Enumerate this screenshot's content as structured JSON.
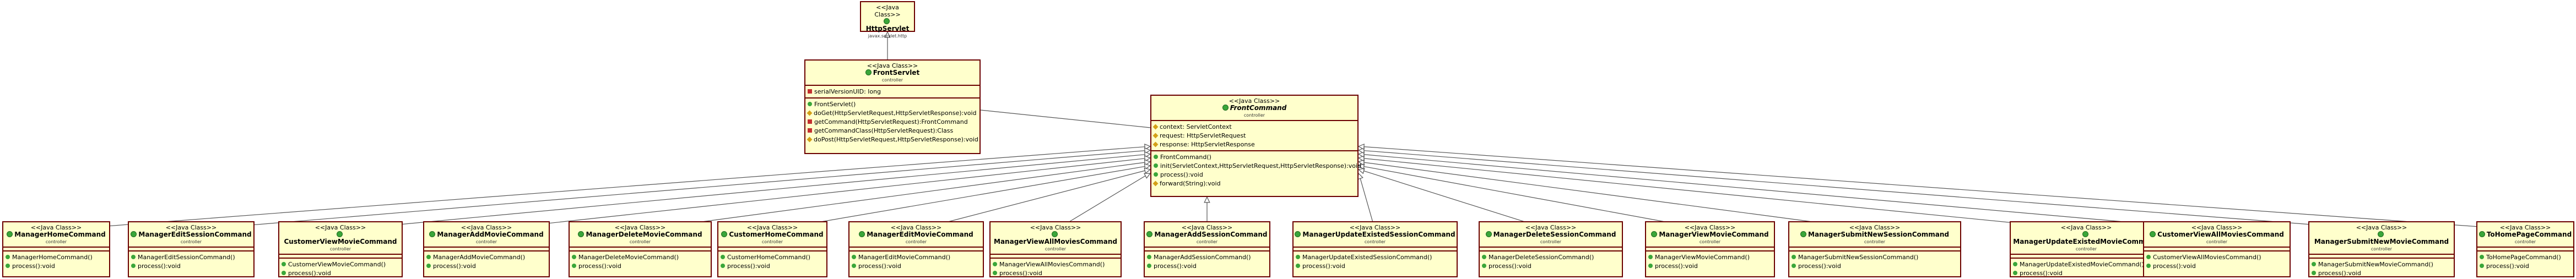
{
  "stereotype": "<<Java Class>>",
  "top_classes": {
    "httpservlet": {
      "name": "HttpServlet",
      "package": "javax.servlet.http"
    },
    "frontservlet": {
      "name": "FrontServlet",
      "package": "controller",
      "fields": [
        {
          "vis": "priv",
          "text": "serialVersionUID: long"
        }
      ],
      "methods": [
        {
          "vis": "pub",
          "text": "FrontServlet()"
        },
        {
          "vis": "prot",
          "text": "doGet(HttpServletRequest,HttpServletResponse):void"
        },
        {
          "vis": "priv",
          "text": "getCommand(HttpServletRequest):FrontCommand"
        },
        {
          "vis": "priv",
          "text": "getCommandClass(HttpServletRequest):Class"
        },
        {
          "vis": "prot",
          "text": "doPost(HttpServletRequest,HttpServletResponse):void"
        }
      ]
    },
    "frontcommand": {
      "name": "FrontCommand",
      "package": "controller",
      "fields": [
        {
          "vis": "prot",
          "text": "context: ServletContext"
        },
        {
          "vis": "prot",
          "text": "request: HttpServletRequest"
        },
        {
          "vis": "prot",
          "text": "response: HttpServletResponse"
        }
      ],
      "methods": [
        {
          "vis": "pub",
          "text": "FrontCommand()"
        },
        {
          "vis": "pub",
          "text": "init(ServletContext,HttpServletRequest,HttpServletResponse):void"
        },
        {
          "vis": "pub",
          "text": "process():void"
        },
        {
          "vis": "prot",
          "text": "forward(String):void"
        }
      ]
    }
  },
  "commands": [
    {
      "name": "ManagerHomeCommand",
      "package": "controller",
      "ctor": "ManagerHomeCommand()",
      "method": "process():void"
    },
    {
      "name": "ManagerEditSessionCommand",
      "package": "controller",
      "ctor": "ManagerEditSessionCommand()",
      "method": "process():void"
    },
    {
      "name": "CustomerViewMovieCommand",
      "package": "controller",
      "ctor": "CustomerViewMovieCommand()",
      "method": "process():void"
    },
    {
      "name": "ManagerAddMovieCommand",
      "package": "controller",
      "ctor": "ManagerAddMovieCommand()",
      "method": "process():void"
    },
    {
      "name": "ManagerDeleteMovieCommand",
      "package": "controller",
      "ctor": "ManagerDeleteMovieCommand()",
      "method": "process():void"
    },
    {
      "name": "CustomerHomeCommand",
      "package": "controller",
      "ctor": "CustomerHomeCommand()",
      "method": "process():void"
    },
    {
      "name": "ManagerEditMovieCommand",
      "package": "controller",
      "ctor": "ManagerEditMovieCommand()",
      "method": "process():void"
    },
    {
      "name": "ManagerViewAllMoviesCommand",
      "package": "controller",
      "ctor": "ManagerViewAllMoviesCommand()",
      "method": "process():void"
    },
    {
      "name": "ManagerAddSessionCommand",
      "package": "controller",
      "ctor": "ManagerAddSessionCommand()",
      "method": "process():void"
    },
    {
      "name": "ManagerUpdateExistedSessionCommand",
      "package": "controller",
      "ctor": "ManagerUpdateExistedSessionCommand()",
      "method": "process():void"
    },
    {
      "name": "ManagerDeleteSessionCommand",
      "package": "controller",
      "ctor": "ManagerDeleteSessionCommand()",
      "method": "process():void"
    },
    {
      "name": "ManagerViewMovieCommand",
      "package": "controller",
      "ctor": "ManagerViewMovieCommand()",
      "method": "process():void"
    },
    {
      "name": "ManagerSubmitNewSessionCommand",
      "package": "controller",
      "ctor": "ManagerSubmitNewSessionCommand()",
      "method": "process():void"
    },
    {
      "name": "ManagerUpdateExistedMovieCommand",
      "package": "controller",
      "ctor": "ManagerUpdateExistedMovieCommand()",
      "method": "process():void"
    },
    {
      "name": "CustomerViewAllMoviesCommand",
      "package": "controller",
      "ctor": "CustomerViewAllMoviesCommand()",
      "method": "process():void"
    },
    {
      "name": "ManagerSubmitNewMovieCommand",
      "package": "controller",
      "ctor": "ManagerSubmitNewMovieCommand()",
      "method": "process():void"
    },
    {
      "name": "ToHomePageCommand",
      "package": "controller",
      "ctor": "ToHomePageCommand()",
      "method": "process():void"
    }
  ]
}
